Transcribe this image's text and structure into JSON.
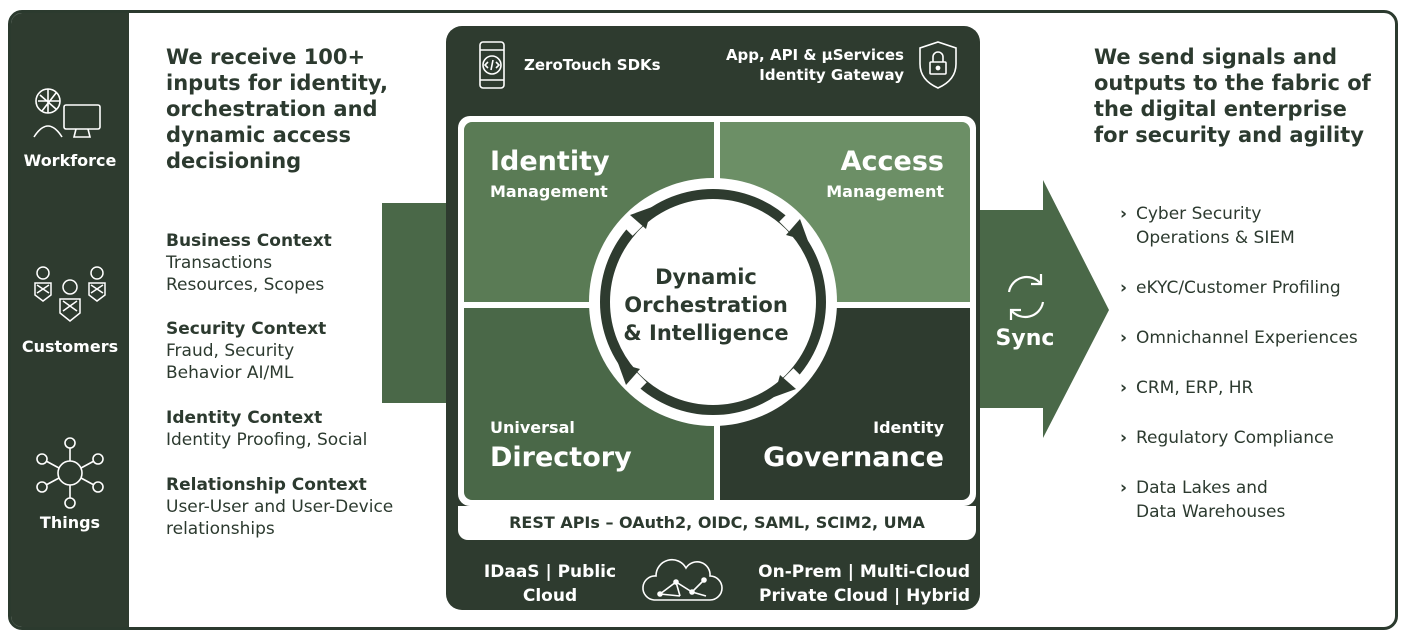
{
  "sidebar": {
    "items": [
      {
        "label": "Workforce",
        "icon": "workforce-icon"
      },
      {
        "label": "Customers",
        "icon": "customers-icon"
      },
      {
        "label": "Things",
        "icon": "things-icon"
      }
    ]
  },
  "inputs": {
    "title": "We receive 100+ inputs for identity, orchestration and dynamic access decisioning",
    "contexts": [
      {
        "title": "Business Context",
        "lines": [
          "Transactions",
          "Resources, Scopes"
        ]
      },
      {
        "title": "Security Context",
        "lines": [
          "Fraud, Security",
          "Behavior AI/ML"
        ]
      },
      {
        "title": "Identity Context",
        "lines": [
          "Identity Proofing, Social"
        ]
      },
      {
        "title": "Relationship Context",
        "lines": [
          "User-User and User-Device",
          "relationships"
        ]
      }
    ]
  },
  "center": {
    "sdk_label": "ZeroTouch SDKs",
    "gateway_line1": "App, API & µServices",
    "gateway_line2": "Identity Gateway",
    "quadrants": {
      "top_left": {
        "big": "Identity",
        "small": "Management"
      },
      "top_right": {
        "big": "Access",
        "small": "Management"
      },
      "bottom_left": {
        "small": "Universal",
        "big": "Directory"
      },
      "bottom_right": {
        "small": "Identity",
        "big": "Governance"
      }
    },
    "hub_line1": "Dynamic",
    "hub_line2": "Orchestration",
    "hub_line3": "& Intelligence",
    "rest_apis": "REST APIs – OAuth2, OIDC, SAML, SCIM2, UMA",
    "deploy_left_line1": "IDaaS | Public",
    "deploy_left_line2": "Cloud",
    "deploy_right_line1": "On-Prem | Multi-Cloud",
    "deploy_right_line2": "Private Cloud | Hybrid"
  },
  "sync_label": "Sync",
  "outputs": {
    "title": "We send signals and outputs to the fabric of the digital enterprise for security and agility",
    "items": [
      [
        "Cyber Security",
        "Operations & SIEM"
      ],
      [
        "eKYC/Customer Profiling"
      ],
      [
        "Omnichannel Experiences"
      ],
      [
        "CRM, ERP, HR"
      ],
      [
        "Regulatory Compliance"
      ],
      [
        "Data Lakes and",
        "Data Warehouses"
      ]
    ]
  },
  "colors": {
    "dark": "#2e3b2f",
    "mid": "#4a6848",
    "green": "#5a7b55",
    "light_green": "#6c8f66",
    "text": "#2c3a2f"
  }
}
